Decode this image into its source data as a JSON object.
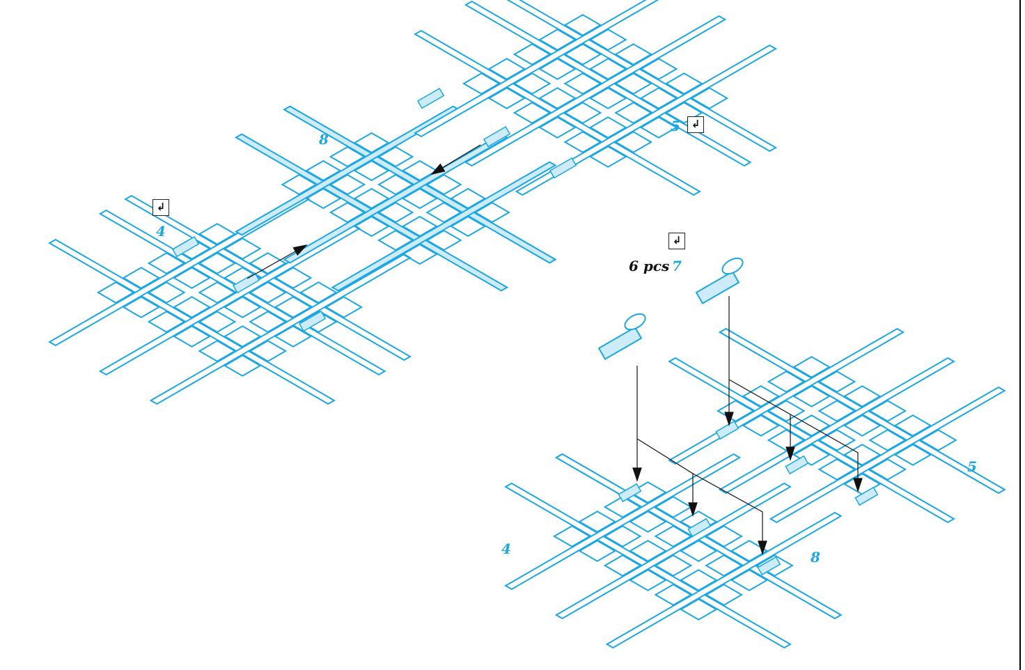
{
  "labels": {
    "part_4_top": "4",
    "part_8_top": "8",
    "part_5_top": "5",
    "part_qty": "6 pcs",
    "part_7": "7",
    "part_4_bottom": "4",
    "part_8_bottom": "8",
    "part_5_bottom": "5"
  },
  "icons": {
    "turn": "turn-over-icon",
    "turn_glyph": "↲"
  },
  "colors": {
    "part": "#1aa7e3",
    "part_fill": "#cdebf8",
    "line": "#111111"
  }
}
